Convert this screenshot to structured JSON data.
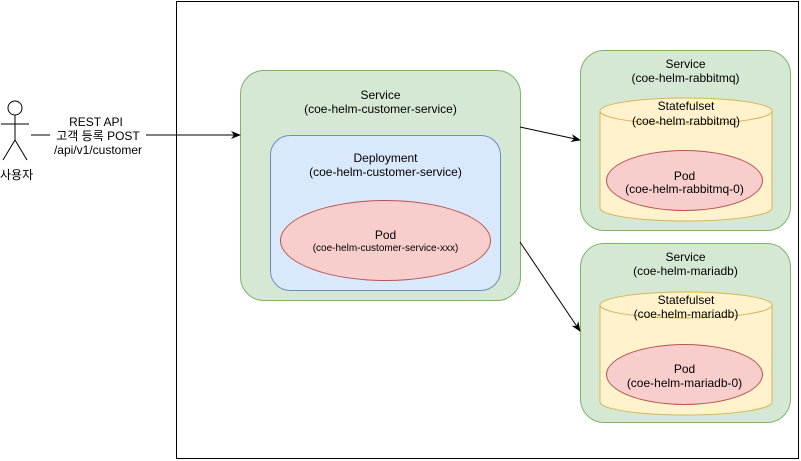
{
  "actor": {
    "label": "사용자"
  },
  "request": {
    "line1": "REST API",
    "line2": "고객 등록 POST",
    "line3": "/api/v1/customer"
  },
  "customer_service": {
    "kind": "Service",
    "name": "(coe-helm-customer-service)",
    "deployment": {
      "kind": "Deployment",
      "name": "(coe-helm-customer-service)"
    },
    "pod": {
      "kind": "Pod",
      "name": "(coe-helm-customer-service-xxx)"
    }
  },
  "rabbitmq_service": {
    "kind": "Service",
    "name": "(coe-helm-rabbitmq)",
    "statefulset": {
      "kind": "Statefulset",
      "name": "(coe-helm-rabbitmq)"
    },
    "pod": {
      "kind": "Pod",
      "name": "(coe-helm-rabbitmq-0)"
    }
  },
  "mariadb_service": {
    "kind": "Service",
    "name": "(coe-helm-mariadb)",
    "statefulset": {
      "kind": "Statefulset",
      "name": "(coe-helm-mariadb)"
    },
    "pod": {
      "kind": "Pod",
      "name": "(coe-helm-mariadb-0)"
    }
  },
  "colors": {
    "service_fill": "#d5e8d4",
    "service_stroke": "#82b366",
    "deployment_fill": "#dae8fc",
    "deployment_stroke": "#6c8ebf",
    "pod_fill": "#f8cecc",
    "pod_stroke": "#b85450",
    "statefulset_fill": "#fff2cc",
    "statefulset_stroke": "#d6b656"
  }
}
